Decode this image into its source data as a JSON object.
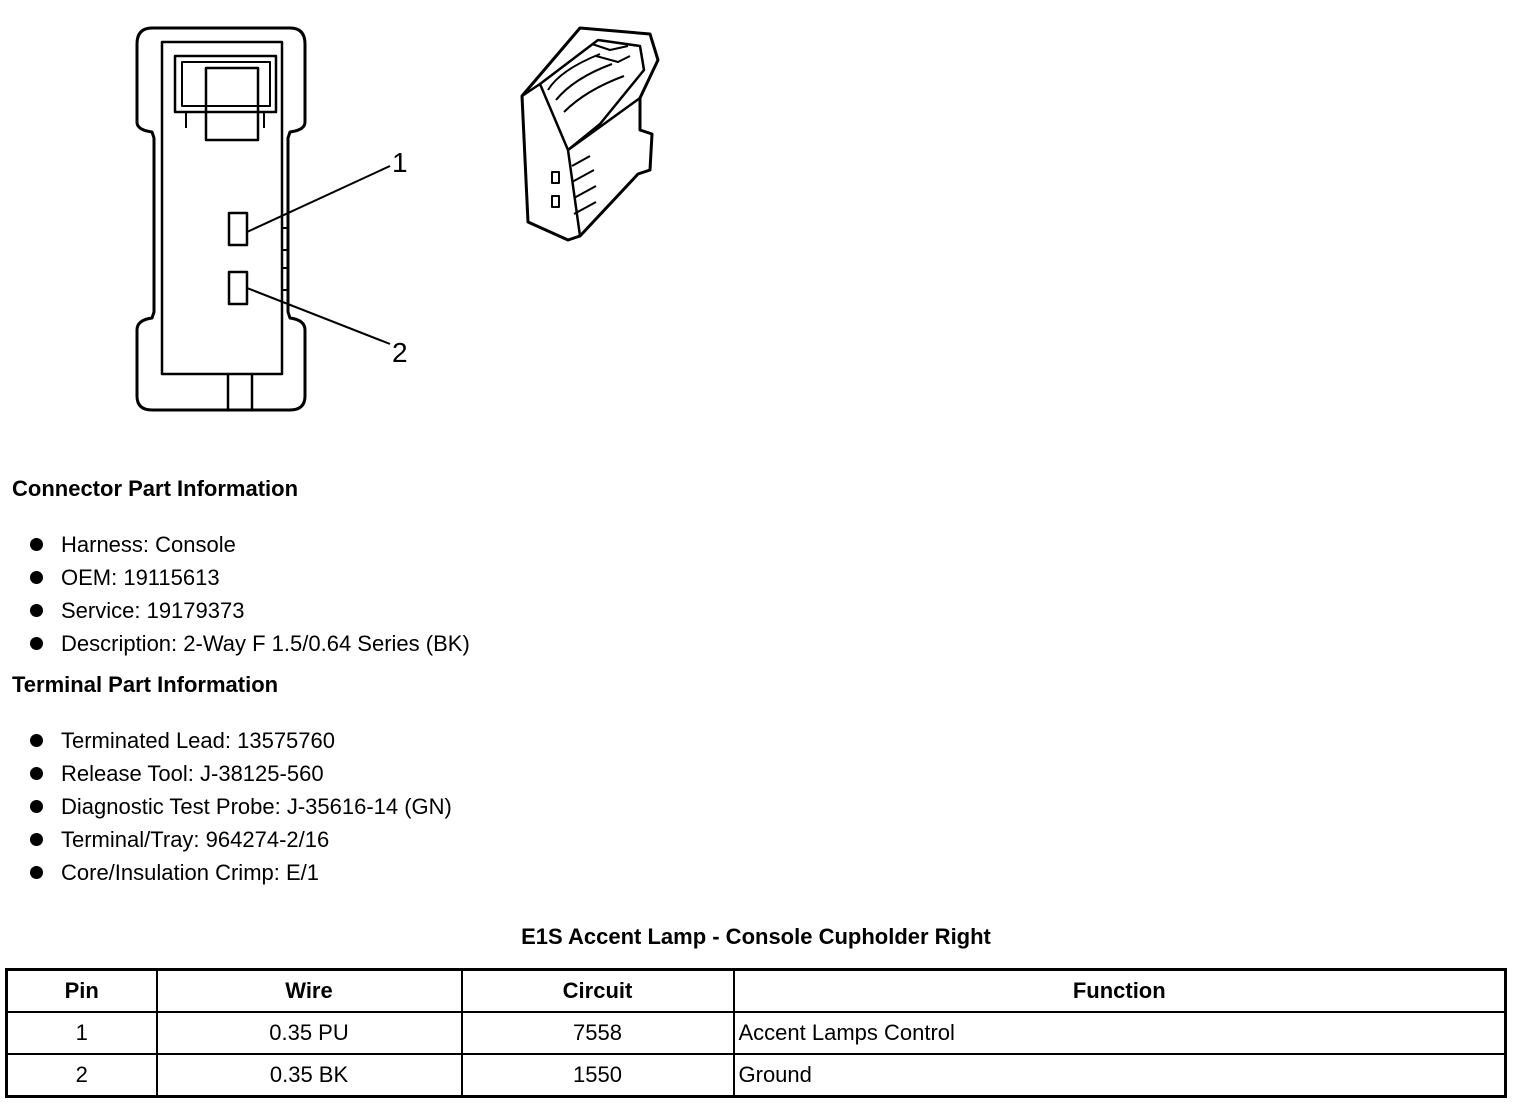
{
  "diagram": {
    "callouts": [
      "1",
      "2"
    ]
  },
  "connector_section": {
    "title": "Connector Part Information",
    "items": [
      "Harness: Console",
      "OEM: 19115613",
      "Service: 19179373",
      "Description: 2-Way F 1.5/0.64 Series (BK)"
    ]
  },
  "terminal_section": {
    "title": "Terminal Part Information",
    "items": [
      "Terminated Lead: 13575760",
      "Release Tool: J-38125-560",
      "Diagnostic Test Probe: J-35616-14 (GN)",
      "Terminal/Tray: 964274-2/16",
      "Core/Insulation Crimp: E/1"
    ]
  },
  "table": {
    "title": "E1S Accent Lamp - Console Cupholder Right",
    "headers": [
      "Pin",
      "Wire",
      "Circuit",
      "Function"
    ],
    "rows": [
      [
        "1",
        "0.35 PU",
        "7558",
        "Accent Lamps Control"
      ],
      [
        "2",
        "0.35 BK",
        "1550",
        "Ground"
      ]
    ]
  }
}
